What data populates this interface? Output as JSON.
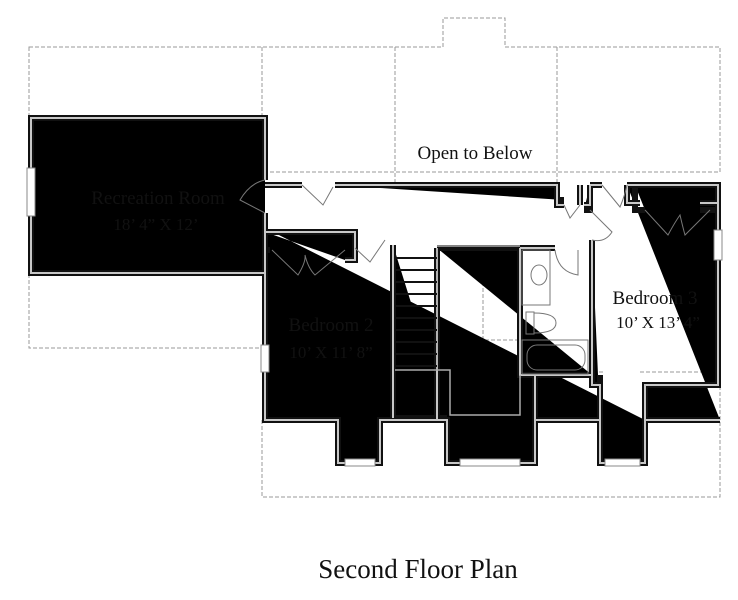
{
  "plan": {
    "title": "Second Floor Plan",
    "open_area": "Open to Below",
    "rooms": [
      {
        "name": "Recreation Room",
        "dimensions": "18’ 4” X 12’"
      },
      {
        "name": "Bedroom 2",
        "dimensions": "10’ X 11’ 8”"
      },
      {
        "name": "Bedroom 3",
        "dimensions": "10’ X 13’ 4”"
      }
    ]
  }
}
